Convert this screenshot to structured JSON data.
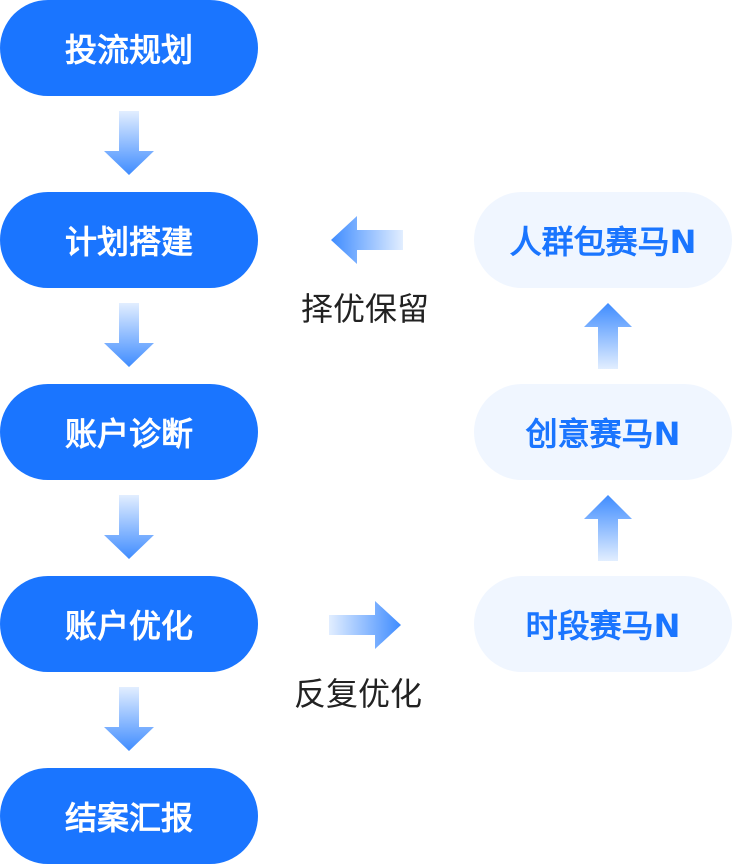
{
  "main_flow": {
    "steps": [
      {
        "label": "投流规划"
      },
      {
        "label": "计划搭建"
      },
      {
        "label": "账户诊断"
      },
      {
        "label": "账户优化"
      },
      {
        "label": "结案汇报"
      }
    ]
  },
  "race_flow": {
    "steps": [
      {
        "label": "人群包赛马N"
      },
      {
        "label": "创意赛马N"
      },
      {
        "label": "时段赛马N"
      }
    ]
  },
  "connectors": {
    "select_keep": "择优保留",
    "repeat_optimize": "反复优化"
  },
  "colors": {
    "primary": "#1a75ff",
    "secondary_bg": "#f0f6ff",
    "arrow_light": "#e2eeff",
    "arrow_dark": "#3f8cff",
    "text_dark": "#222222"
  }
}
